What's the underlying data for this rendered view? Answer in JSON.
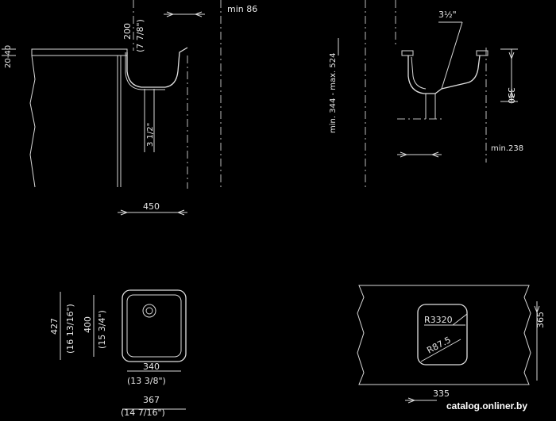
{
  "side_view": {
    "dim_counter_thickness": "20-40",
    "dim_min_86": "min 86",
    "dim_200": "200",
    "dim_200_inch": "(7 7/8\")",
    "dim_drain_size": "3 1/2\"",
    "dim_width": "450"
  },
  "section_view": {
    "dim_drain_inch": "3½\"",
    "dim_height": "330",
    "dim_range": "min. 344 - max. 524",
    "dim_min_238": "min.238"
  },
  "top_view": {
    "dim_427": "427",
    "dim_427_inch": "(16 13/16\")",
    "dim_400": "400",
    "dim_400_inch": "(15 3/4\")",
    "dim_340": "340",
    "dim_340_inch": "(13 3/8\")",
    "dim_367": "367",
    "dim_367_inch": "(14 7/16\")"
  },
  "cutout_view": {
    "radius_large": "R3320",
    "radius_small": "R87.5",
    "dim_width": "335",
    "dim_height": "365"
  },
  "watermark": "catalog.onliner.by"
}
